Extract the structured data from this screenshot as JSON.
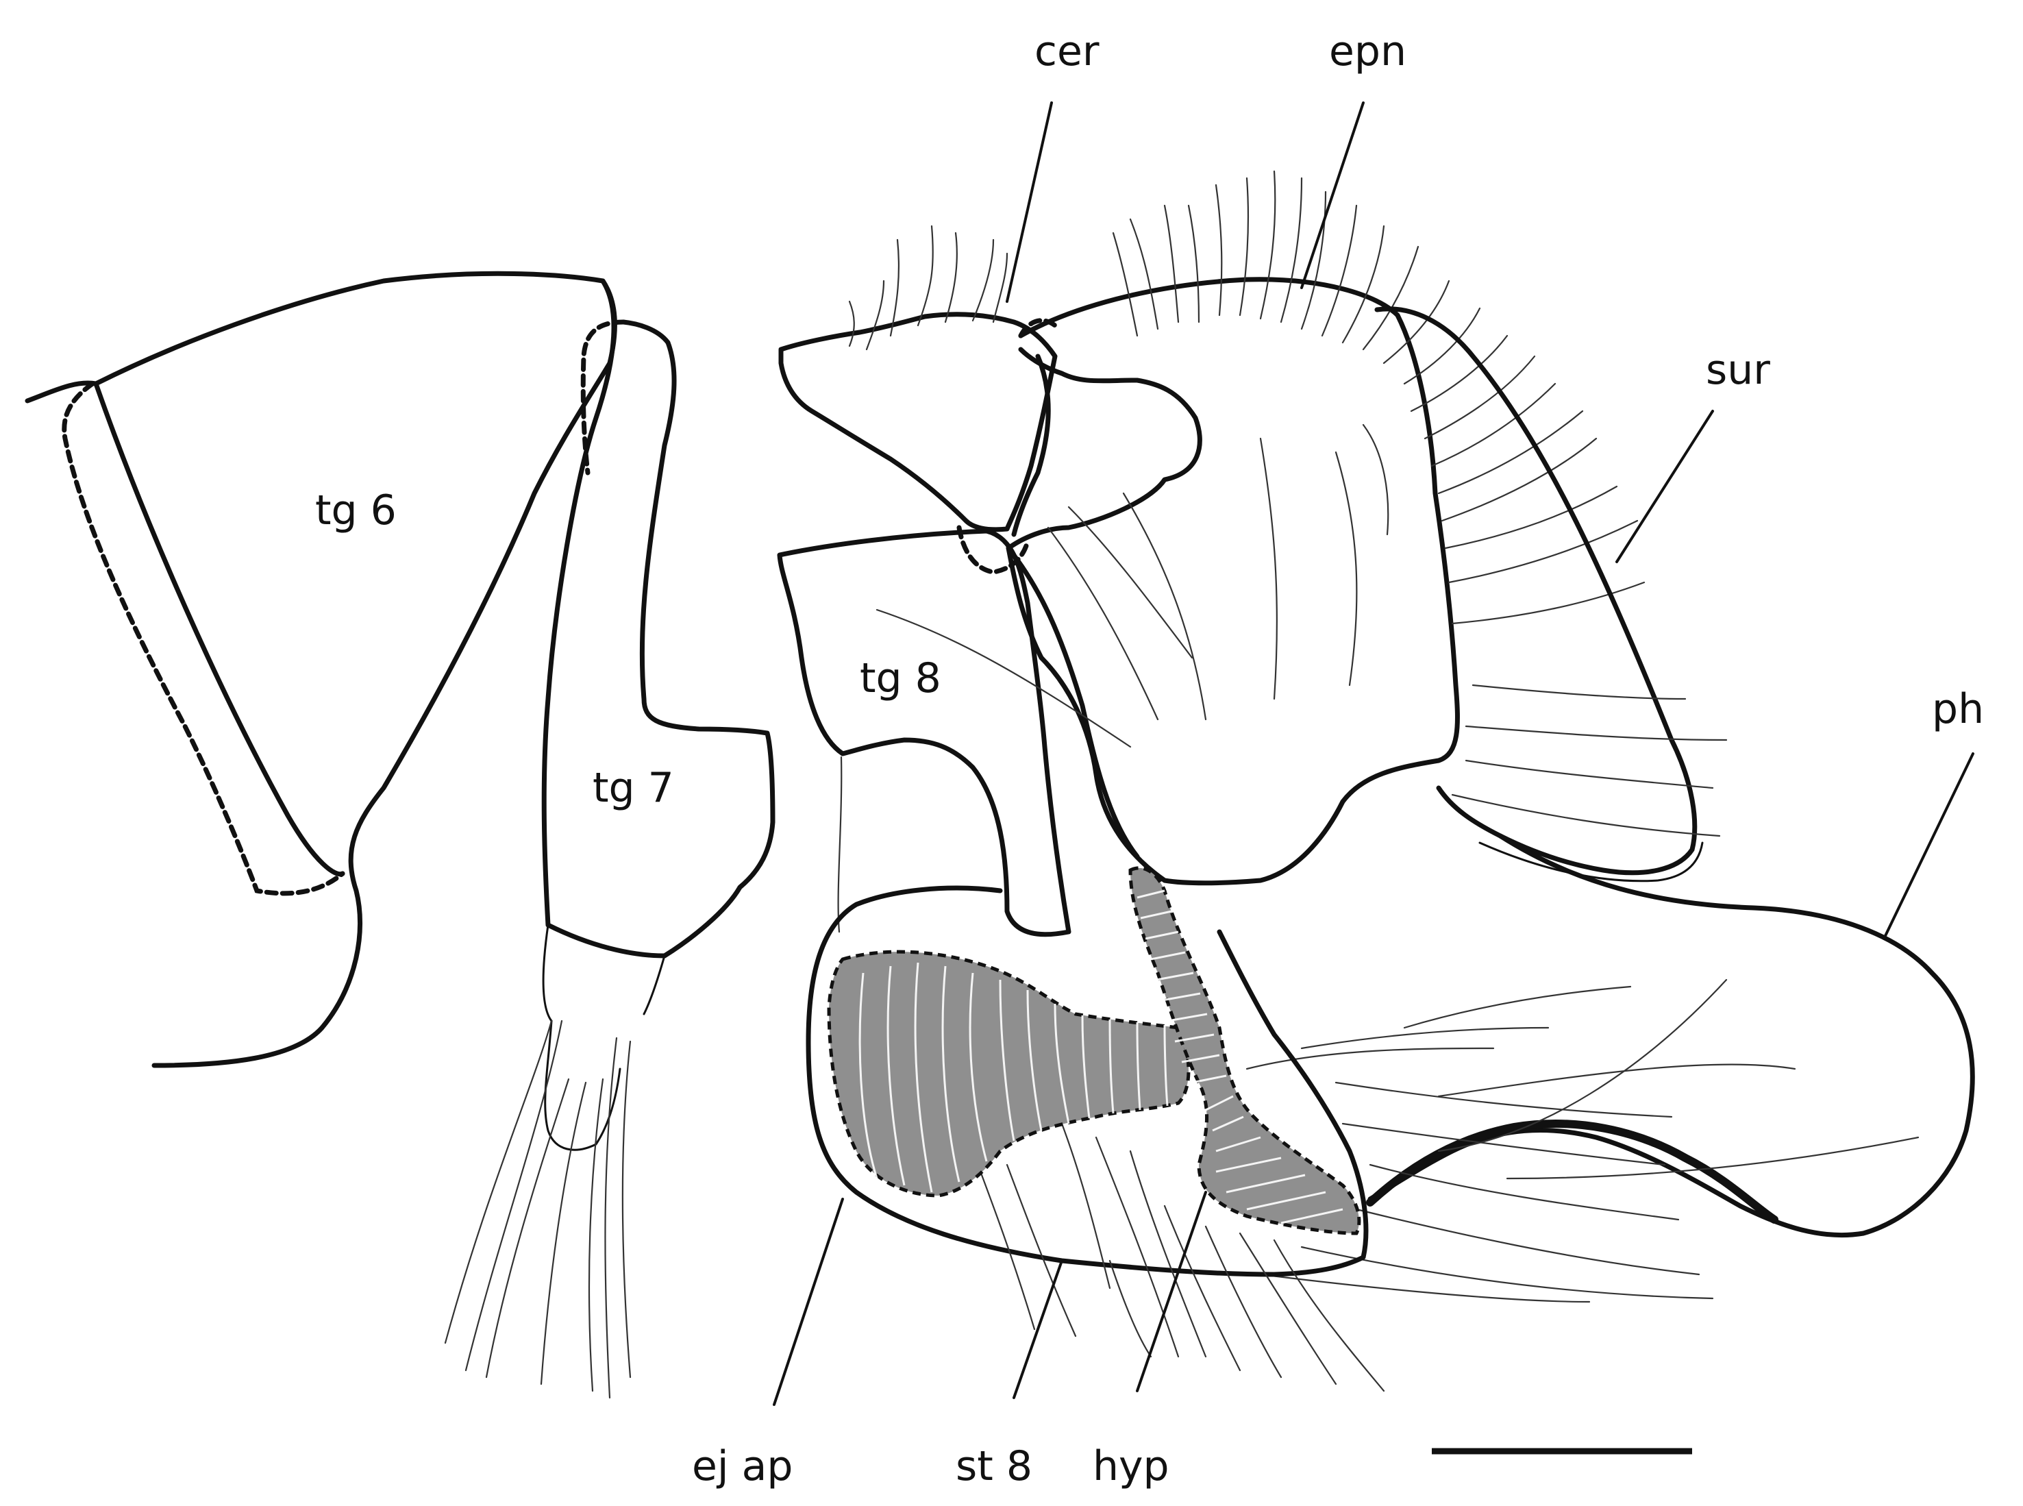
{
  "labels": {
    "tg6": "tg 6",
    "tg7": "tg 7",
    "tg8": "tg 8",
    "cer": "cer",
    "epn": "epn",
    "sur": "sur",
    "ph": "ph",
    "ej_ap": "ej ap",
    "st8": "st 8",
    "hyp": "hyp"
  }
}
